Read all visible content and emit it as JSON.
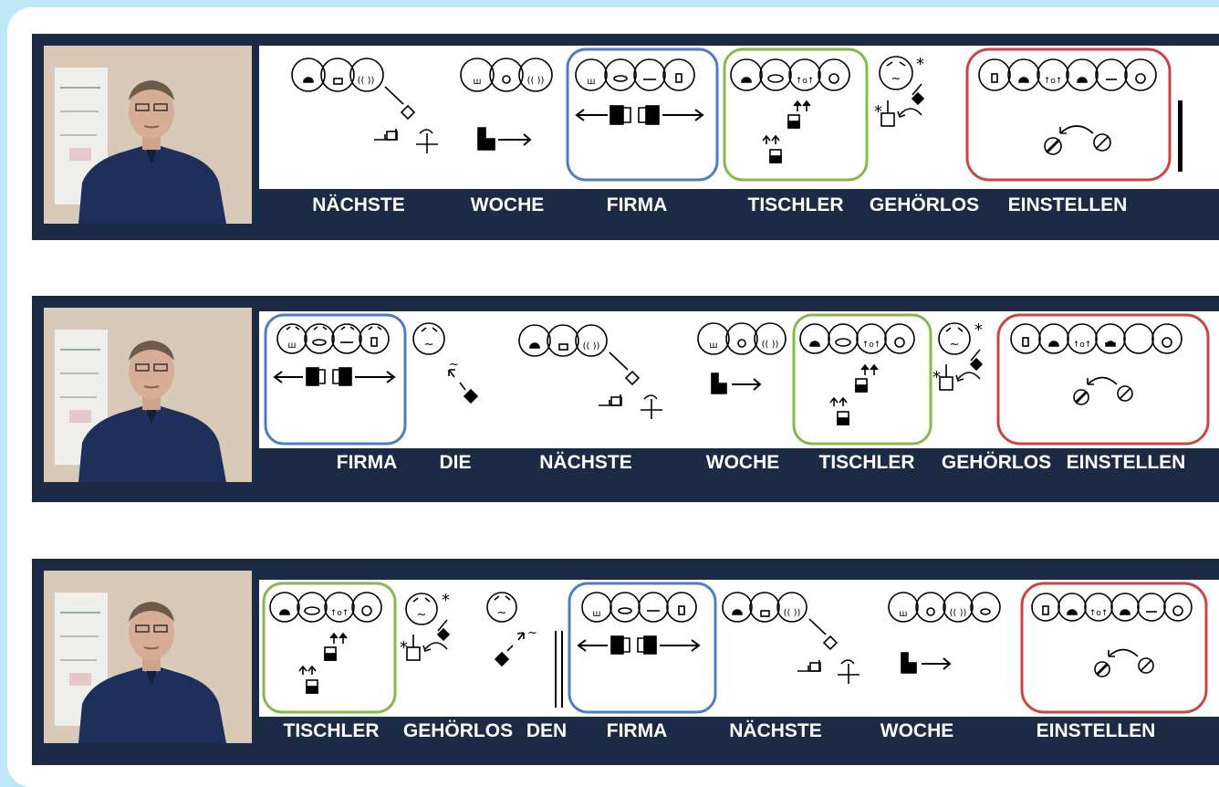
{
  "colors": {
    "background": "#bde6f6",
    "strip": "#1b2a45",
    "blue_box": "#4f7dc4",
    "green_box": "#86b94a",
    "red_box": "#c94642"
  },
  "rows": [
    {
      "words": [
        "NÄCHSTE",
        "WOCHE",
        "FIRMA",
        "TISCHLER",
        "GEHÖRLOS",
        "EINSTELLEN"
      ]
    },
    {
      "words": [
        "FIRMA",
        "DIE",
        "NÄCHSTE",
        "WOCHE",
        "TISCHLER",
        "GEHÖRLOS",
        "EINSTELLEN"
      ]
    },
    {
      "words": [
        "TISCHLER",
        "GEHÖRLOS",
        "DEN",
        "FIRMA",
        "NÄCHSTE",
        "WOCHE",
        "EINSTELLEN"
      ]
    }
  ]
}
